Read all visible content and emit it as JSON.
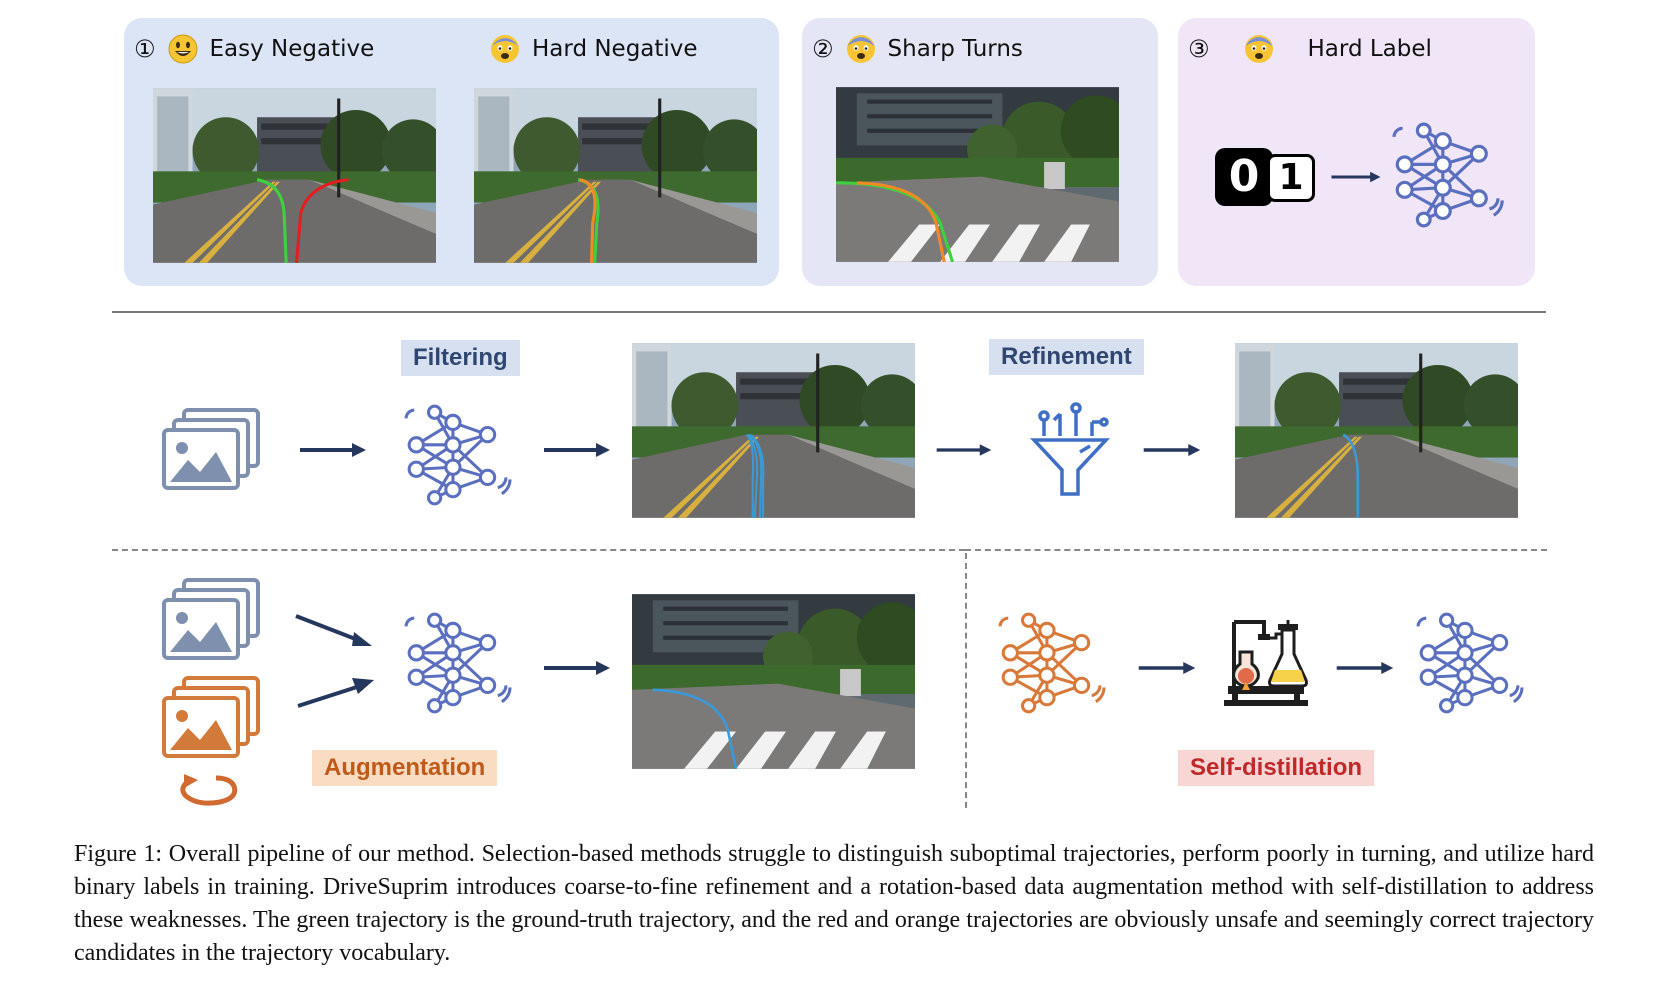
{
  "top_panels": {
    "panel1": {
      "number": "①",
      "easy_negative_label": "Easy Negative",
      "hard_negative_label": "Hard Negative"
    },
    "panel2": {
      "number": "②",
      "label": "Sharp Turns"
    },
    "panel3": {
      "number": "③",
      "label": "Hard Label",
      "binary_zero": "0",
      "binary_one": "1"
    }
  },
  "pipeline": {
    "filtering_label": "Filtering",
    "refinement_label": "Refinement",
    "augmentation_label": "Augmentation",
    "self_distillation_label": "Self-distillation"
  },
  "colors": {
    "ground_truth": "#3fcf3f",
    "unsafe": "#e02020",
    "seemingly_correct": "#f08a24",
    "prediction": "#3a9ad9",
    "network_blue": "#5b6fbf",
    "network_orange": "#d8793a"
  },
  "icons": [
    "smiley-icon",
    "fearful-face-icon",
    "image-stack-icon",
    "neural-network-icon",
    "filter-funnel-icon",
    "rotate-icon",
    "distillation-lab-icon",
    "arrow-right-icon"
  ],
  "caption": "Figure 1: Overall pipeline of our method. Selection-based methods struggle to distinguish suboptimal trajectories, perform poorly in turning, and utilize hard binary labels in training. DriveSuprim introduces coarse-to-fine refinement and a rotation-based data augmentation method with self-distillation to address these weaknesses. The green trajectory is the ground-truth trajectory, and the red and orange trajectories are obviously unsafe and seemingly correct trajectory candidates in the trajectory vocabulary."
}
